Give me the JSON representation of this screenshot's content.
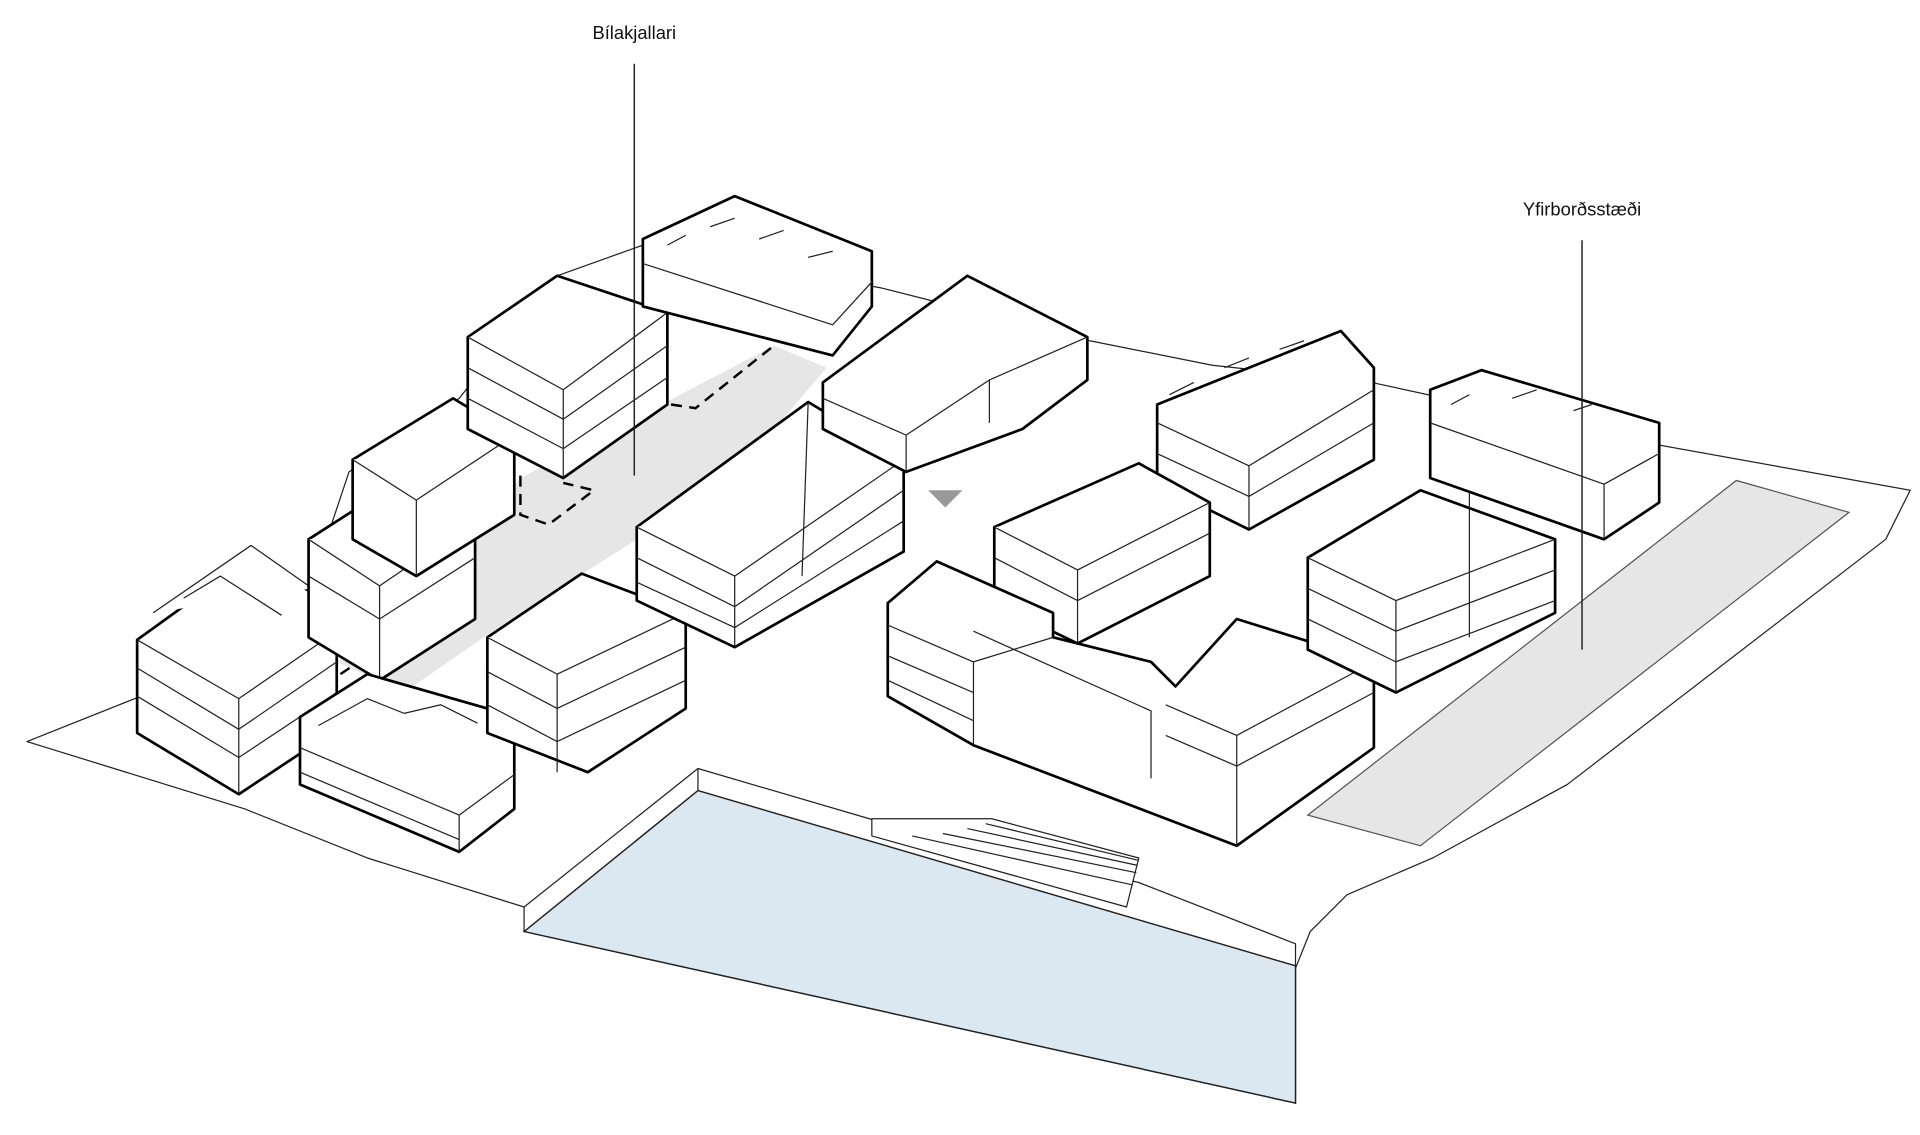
{
  "title": "Site plan axonometric – parking strategy",
  "labels": {
    "underground_parking": "Bílakjallari",
    "surface_parking": "Yfirborðsstæði"
  },
  "legend_colors": {
    "underground_parking": "#e6e6e6",
    "surface_parking": "#e6e6e6",
    "water": "#dce8f1",
    "entrance_marker": "#999999"
  },
  "markers": {
    "entrance": "triangle-down"
  }
}
